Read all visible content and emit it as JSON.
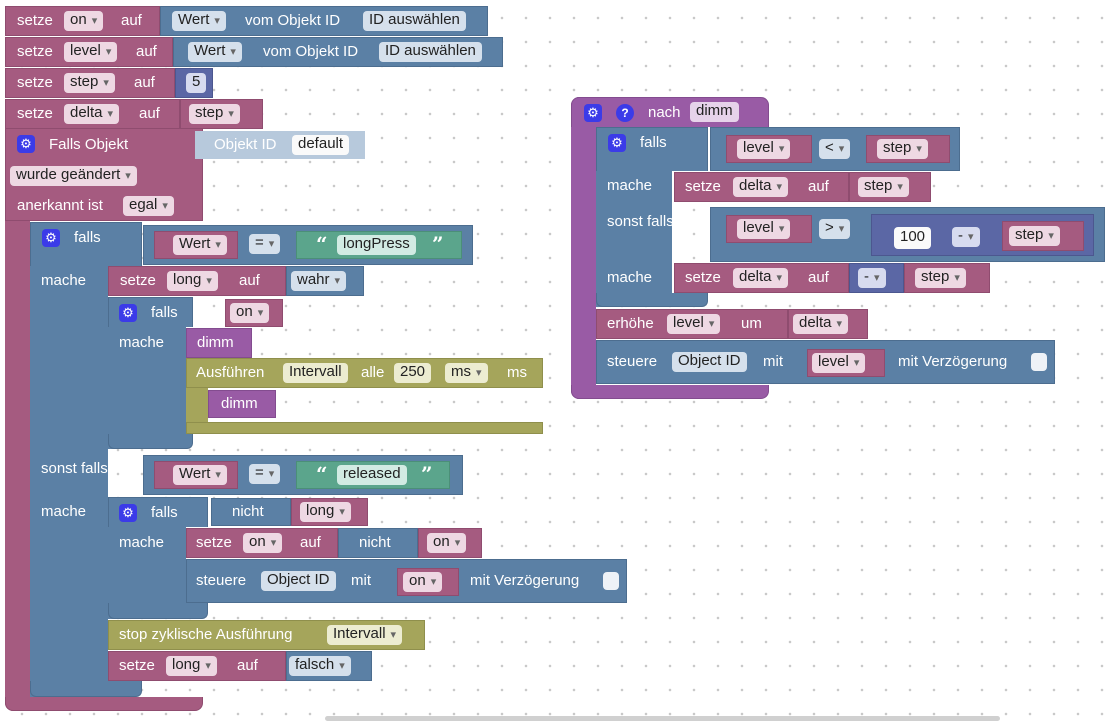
{
  "w": {
    "setze": "setze",
    "auf": "auf",
    "vom_objekt_id": "vom Objekt ID",
    "falls_objekt": "Falls Objekt",
    "objekt_id": "Objekt ID",
    "wurde_geaendert": "wurde geändert",
    "anerkannt_ist": "anerkannt ist",
    "falls": "falls",
    "mache": "mache",
    "sonst_falls": "sonst falls",
    "nicht": "nicht",
    "nach": "nach",
    "erhoehe": "erhöhe",
    "um": "um",
    "steuere": "steuere",
    "mit": "mit",
    "mit_verzoegerung": "mit Verzögerung",
    "ausfuehren": "Ausführen",
    "alle": "alle",
    "ms_label": "ms",
    "stop_zyklisch": "stop zyklische Ausführung",
    "quote_open": "“",
    "quote_close": "”"
  },
  "v": {
    "on": "on",
    "level": "level",
    "step": "step",
    "delta": "delta",
    "long": "long",
    "wert": "Wert",
    "id_auswaehlen": "ID auswählen",
    "default": "default",
    "egal": "egal",
    "eq": "=",
    "lt": "<",
    "gt": ">",
    "minus": "-",
    "wahr": "wahr",
    "falsch": "falsch",
    "longpress": "longPress",
    "released": "released",
    "dimm": "dimm",
    "intervall": "Intervall",
    "n250": "250",
    "ms": "ms",
    "n5": "5",
    "n100": "100",
    "object_id": "Object ID"
  },
  "icons": {
    "gear": "⚙",
    "help": "?"
  },
  "colors": {
    "variables": "#a55b80",
    "logic": "#5b80a5",
    "text": "#5ba58c",
    "math": "#5b67a5",
    "timers": "#a5a55b",
    "procedures": "#995ba5",
    "mutator": "#3b3be8"
  }
}
